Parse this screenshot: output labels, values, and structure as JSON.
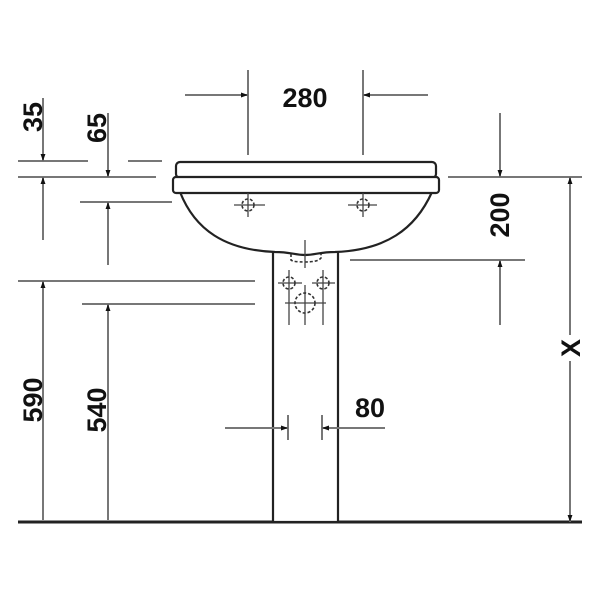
{
  "dimensions": {
    "basin_rim_thickness": "35",
    "tap_hole_depth": "65",
    "tap_hole_spacing": "280",
    "overflow_height": "200",
    "rim_height_variable": "X",
    "drain_height": "590",
    "supply_height": "540",
    "pedestal_opening_width": "80"
  },
  "colors": {
    "line": "#222222",
    "dimension_line": "#777777",
    "background": "#ffffff"
  }
}
